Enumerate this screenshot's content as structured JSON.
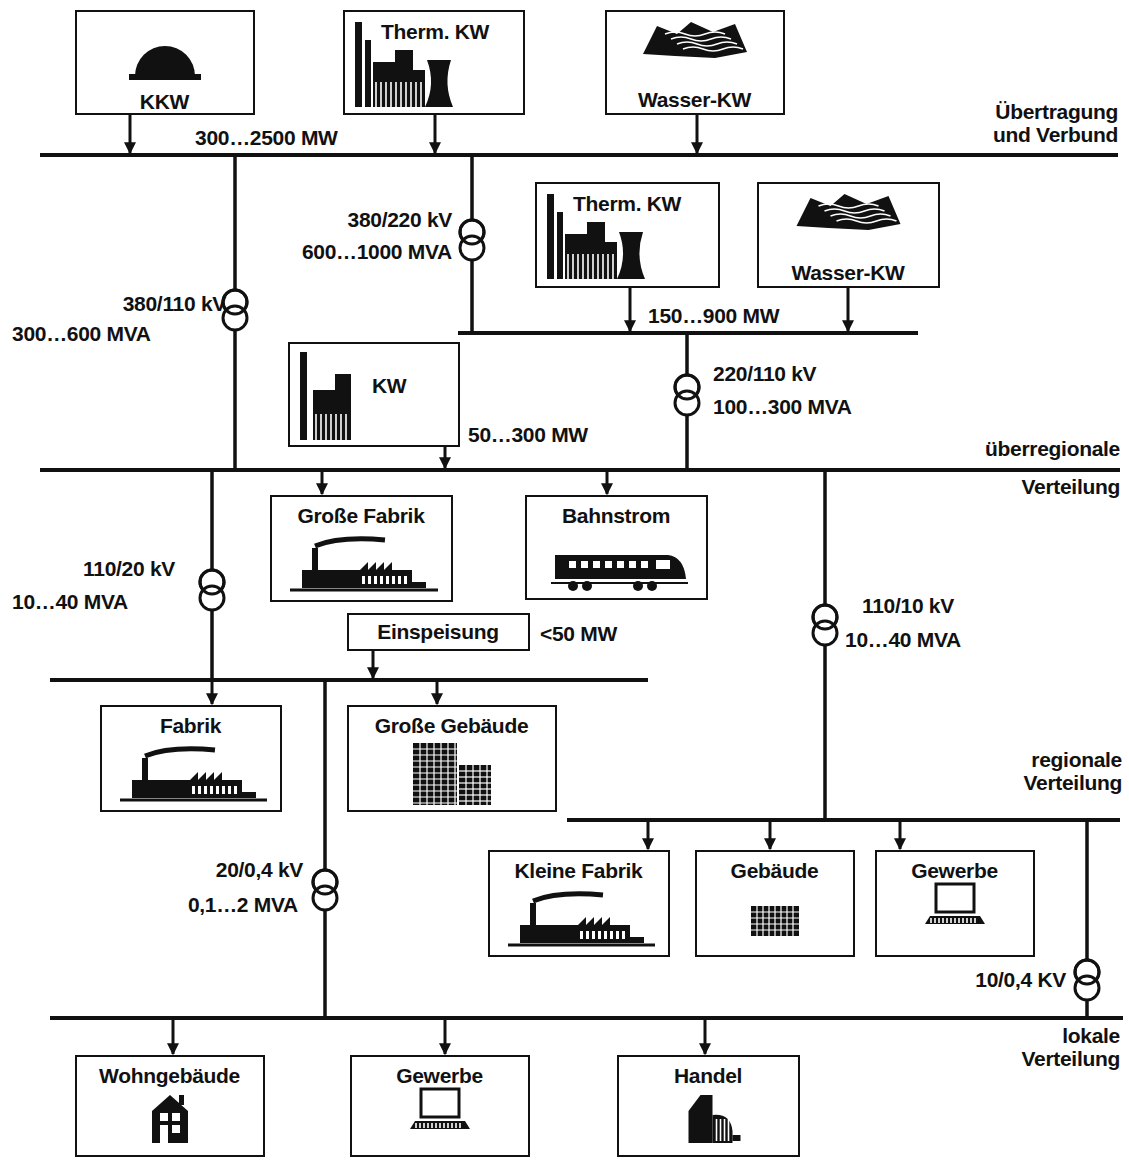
{
  "diagram": {
    "nodes": [
      {
        "text": [
          "KKW"
        ]
      },
      {
        "text": [
          "Therm. KW"
        ]
      },
      {
        "text": [
          "Wasser-KW"
        ]
      },
      {
        "text": [
          "Therm. KW"
        ]
      },
      {
        "text": [
          "Wasser-KW"
        ]
      },
      {
        "text": [
          "KW"
        ]
      },
      {
        "text": [
          "Große Fabrik"
        ]
      },
      {
        "text": [
          "Bahnstrom"
        ]
      },
      {
        "text": [
          "Einspeisung"
        ]
      },
      {
        "text": [
          "Fabrik"
        ]
      },
      {
        "text": [
          "Große Gebäude"
        ]
      },
      {
        "text": [
          "Kleine Fabrik"
        ]
      },
      {
        "text": [
          "Gebäude"
        ]
      },
      {
        "text": [
          "Gewerbe"
        ]
      },
      {
        "text": [
          "Wohngebäude"
        ]
      },
      {
        "text": [
          "Gewerbe"
        ]
      },
      {
        "text": [
          "Handel"
        ]
      }
    ],
    "labels": [
      "300…2500 MW",
      "Übertragung und Verbund",
      "380/220 kV",
      "600…1000 MVA",
      "380/110 kV",
      "300…600 MVA",
      "150…900 MW",
      "220/110 kV",
      "100…300 MVA",
      "50…300 MW",
      "überregionale Verteilung",
      "110/20 kV",
      "10…40 MVA",
      "<50 MW",
      "110/10 kV",
      "10…40 MVA",
      "regionale Verteilung",
      "20/0,4 kV",
      "0,1…2 MVA",
      "10/0,4 KV",
      "lokale Verteilung"
    ]
  }
}
